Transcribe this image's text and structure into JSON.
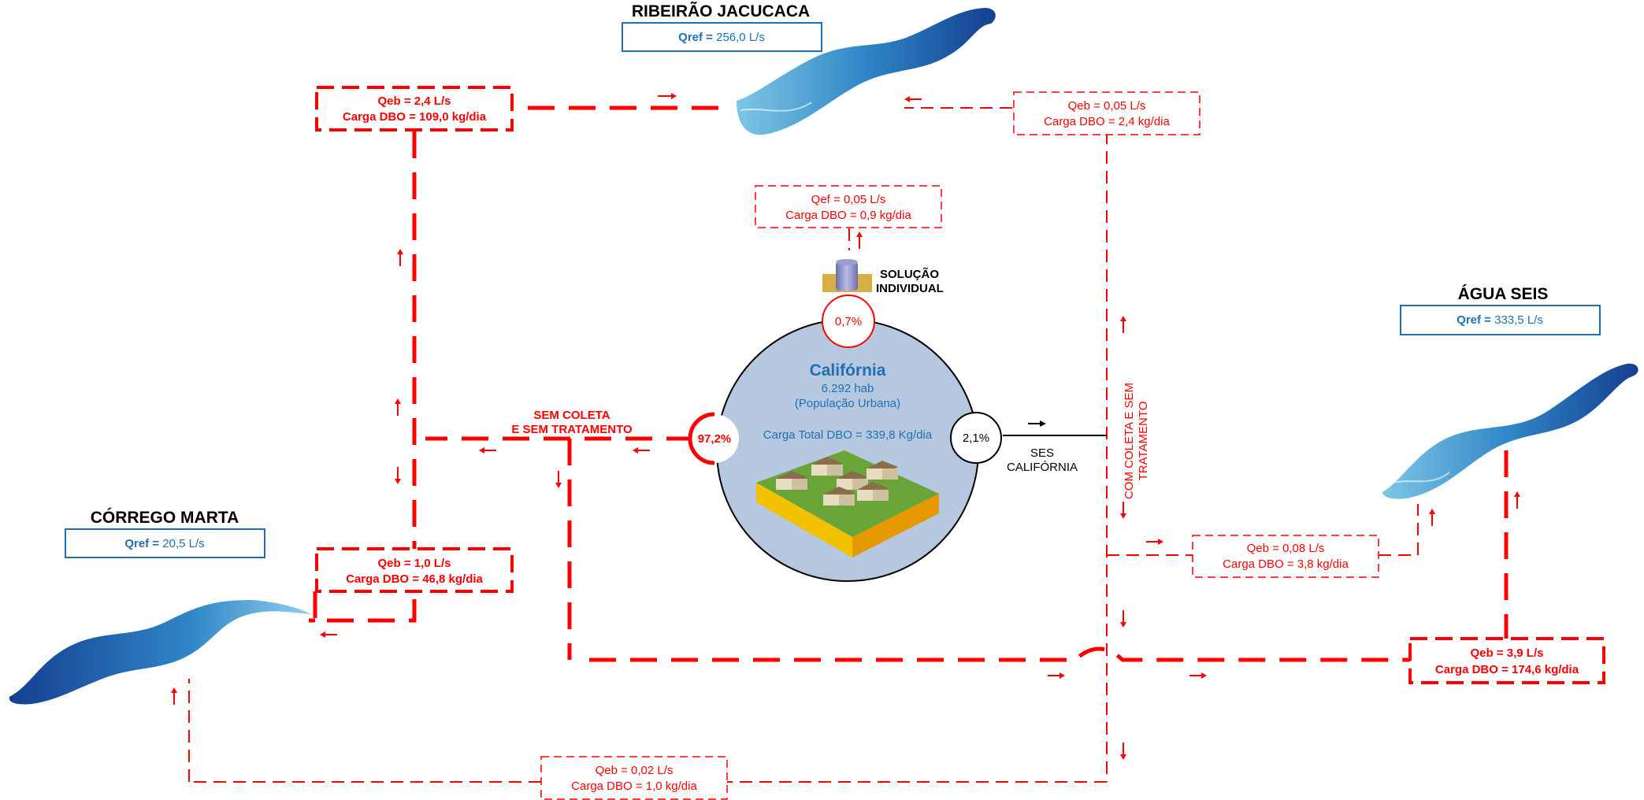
{
  "rivers": {
    "jacucaca": {
      "name": "RIBEIRÃO JACUCACA",
      "qref_key": "Qref =",
      "qref_value": "256,0 L/s"
    },
    "agua_seis": {
      "name": "ÁGUA SEIS",
      "qref_key": "Qref =",
      "qref_value": "333,5 L/s"
    },
    "marta": {
      "name": "CÓRREGO MARTA",
      "qref_key": "Qref =",
      "qref_value": "20,5 L/s"
    }
  },
  "city": {
    "name": "Califórnia",
    "population": "6.292 hab",
    "population_note": "(População Urbana)",
    "total_load": "Carga Total DBO = 339,8 Kg/dia"
  },
  "percentages": {
    "individual": "0,7%",
    "no_collection": "97,2%",
    "ses": "2,1%"
  },
  "labels": {
    "solucao_line1": "SOLUÇÃO",
    "solucao_line2": "INDIVIDUAL",
    "sem_coleta_line1": "SEM COLETA",
    "sem_coleta_line2": "E SEM TRATAMENTO",
    "ses_line1": "SES",
    "ses_line2": "CALIFÓRNIA",
    "com_coleta_line1": "COM COLETA E SEM",
    "com_coleta_line2": "TRATAMENTO"
  },
  "boxes": {
    "jac_left": {
      "line1": "Qeb = 2,4 L/s",
      "line2": "Carga DBO = 109,0 kg/dia"
    },
    "jac_right": {
      "line1": "Qeb = 0,05 L/s",
      "line2": "Carga DBO = 2,4 kg/dia"
    },
    "individual": {
      "line1": "Qef = 0,05 L/s",
      "line2": "Carga DBO = 0,9 kg/dia"
    },
    "marta_upper": {
      "line1": "Qeb = 1,0 L/s",
      "line2": "Carga DBO = 46,8 kg/dia"
    },
    "agua_small": {
      "line1": "Qeb = 0,08 L/s",
      "line2": "Carga DBO = 3,8 kg/dia"
    },
    "agua_big": {
      "line1": "Qeb = 3,9 L/s",
      "line2": "Carga DBO = 174,6 kg/dia"
    },
    "marta_bottom": {
      "line1": "Qeb = 0,02 L/s",
      "line2": "Carga DBO = 1,0 kg/dia"
    }
  },
  "colors": {
    "flow_red": "#ff0000",
    "qref_blue": "#1f6fb5",
    "city_fill": "#b5c8e0",
    "river_dark": "#1a4fa0",
    "river_light": "#5bb0d8"
  },
  "icons": {
    "river": "river-icon",
    "tank": "septic-tank-icon",
    "houses": "houses-icon"
  }
}
